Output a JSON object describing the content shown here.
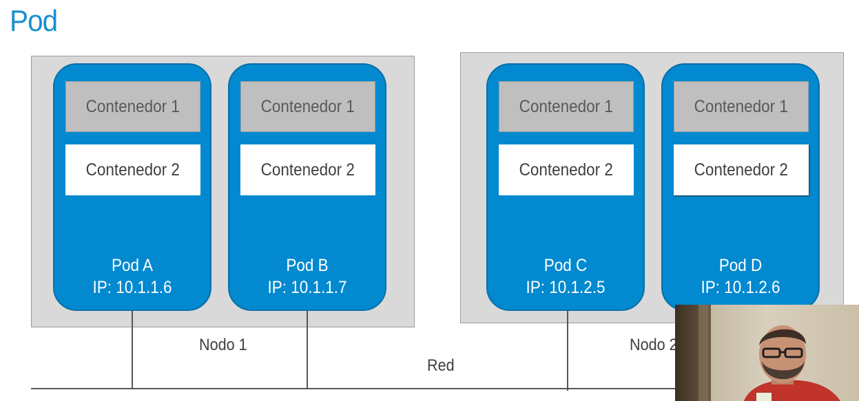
{
  "slide": {
    "title": "Pod",
    "network_label": "Red",
    "colors": {
      "title": "#1a8fd0",
      "pod_fill": "#0289cf",
      "node_fill": "#d9d9d9",
      "container1_fill": "#bfbfbf",
      "container2_fill": "#ffffff"
    }
  },
  "nodes": [
    {
      "label": "Nodo 1"
    },
    {
      "label": "Nodo 2"
    }
  ],
  "pods": [
    {
      "container1": "Contenedor 1",
      "container2": "Contenedor 2",
      "name": "Pod A",
      "ip": "IP: 10.1.1.6"
    },
    {
      "container1": "Contenedor 1",
      "container2": "Contenedor 2",
      "name": "Pod B",
      "ip": "IP: 10.1.1.7"
    },
    {
      "container1": "Contenedor 1",
      "container2": "Contenedor 2",
      "name": "Pod C",
      "ip": "IP: 10.1.2.5"
    },
    {
      "container1": "Contenedor 1",
      "container2": "Contenedor 2",
      "name": "Pod D",
      "ip": "IP: 10.1.2.6"
    }
  ]
}
